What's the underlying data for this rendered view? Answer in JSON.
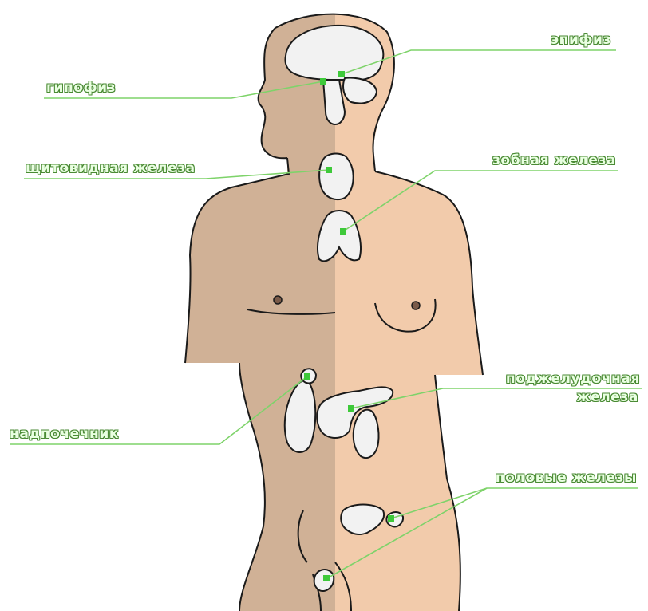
{
  "colors": {
    "male_skin": "#d0b196",
    "female_skin": "#f2cbab",
    "outline": "#1a1a1a",
    "organ_fill": "#f2f2f2",
    "label_text": "#e9ffe1",
    "leader_line": "#7ed36a",
    "dot": "#3ec93a"
  },
  "labels": {
    "pituitary": "гипофиз",
    "pineal": "эпифиз",
    "thyroid": "щитовидная железа",
    "thymus": "зобная железа",
    "pancreas_line1": "поджелудочная",
    "pancreas_line2": "железа",
    "adrenal": "надпочечник",
    "gonads": "половые железы"
  }
}
